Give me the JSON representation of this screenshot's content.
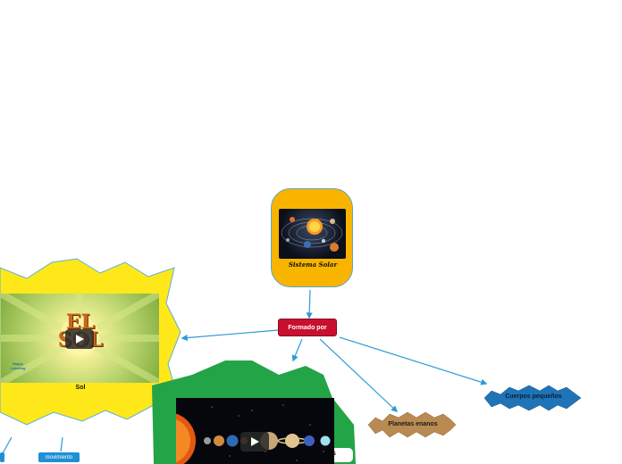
{
  "root": {
    "title": "Sistema Solar"
  },
  "connector": {
    "label": "Formado por"
  },
  "nodes": {
    "sol": {
      "caption": "Sol",
      "video_title": "EL SOL",
      "logo_text": "Happy Learning"
    },
    "planetas": {
      "partial_label": "s"
    },
    "planetas_enanos": {
      "label": "Planetas enanos"
    },
    "cuerpos_pequenos": {
      "label": "Cuerpos pequeños"
    }
  },
  "tags": {
    "movimiento": "movimiento"
  },
  "colors": {
    "connector_lines": "#2a9bd6",
    "sun_star": "#ffe81a",
    "planets_star": "#23a447",
    "dwarf_shape": "#b98a52",
    "small_bodies_shape": "#1f74b8",
    "root_fill": "#f9b400",
    "pill_fill": "#c8102e"
  }
}
